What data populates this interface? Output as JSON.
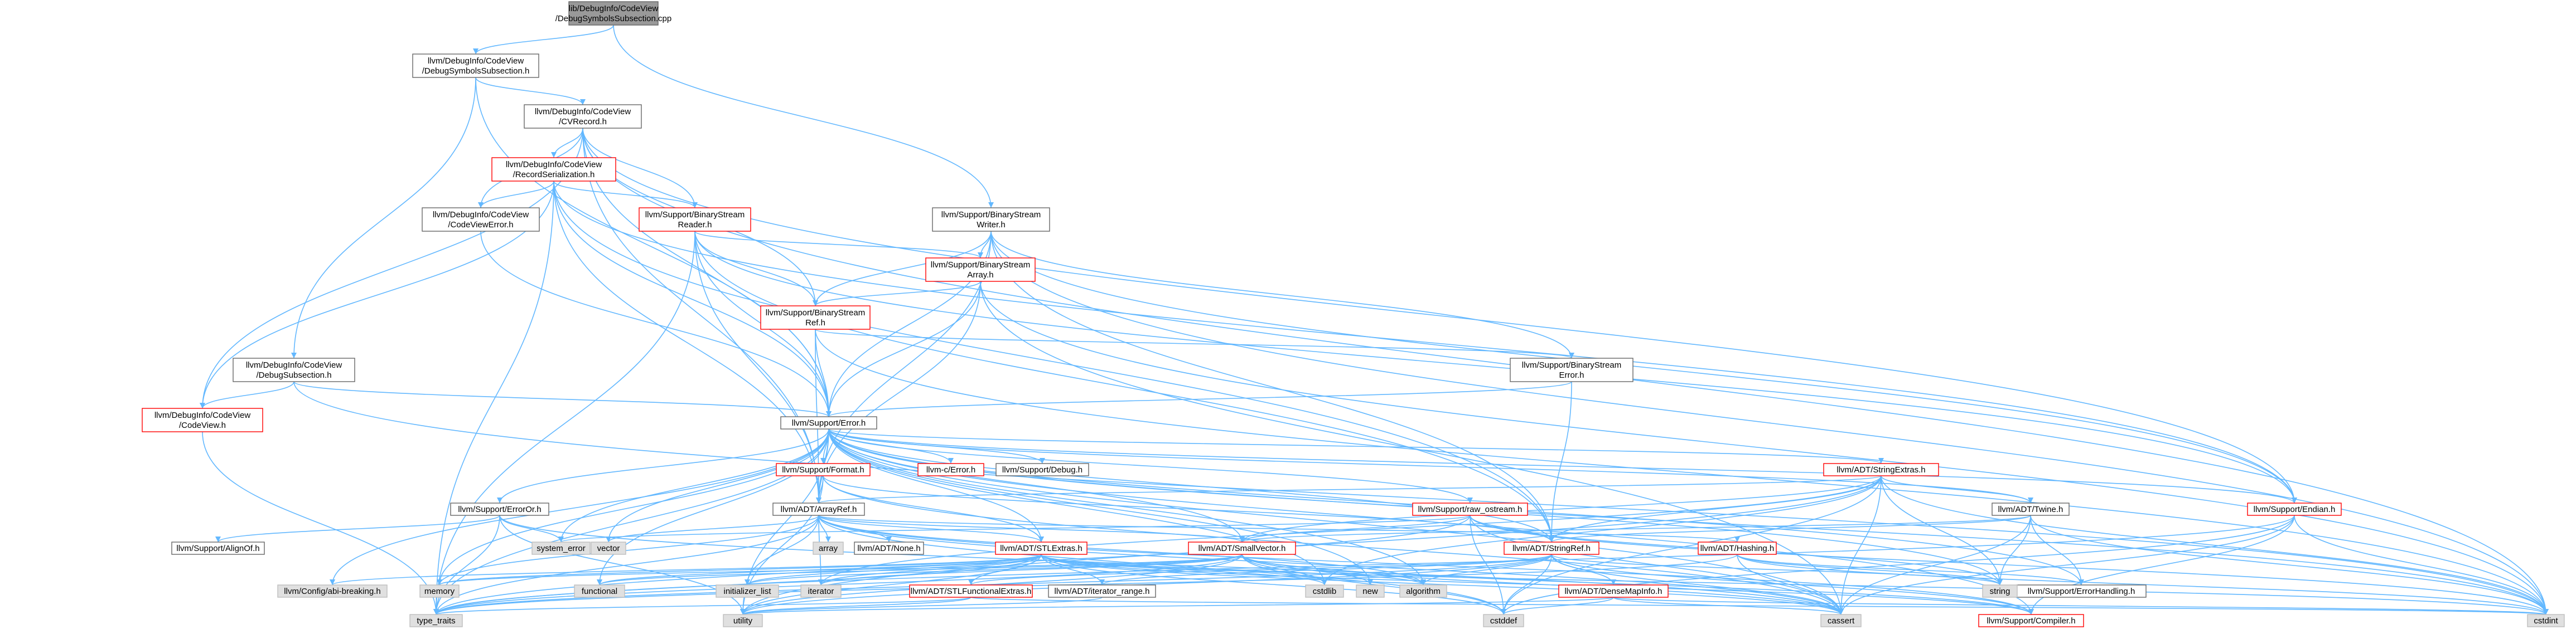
{
  "colors": {
    "edge": "#63b8ff",
    "border_normal": "#666666",
    "border_red": "#ff0000",
    "border_gray": "#bfbfbf",
    "fill_normal": "#ffffff",
    "fill_gray": "#e0e0e0",
    "fill_root": "#999999"
  },
  "nodes": [
    {
      "id": "root",
      "lines": [
        "lib/DebugInfo/CodeView",
        "/DebugSymbolsSubsection.cpp"
      ],
      "kind": "root"
    },
    {
      "id": "dss_h",
      "lines": [
        "llvm/DebugInfo/CodeView",
        "/DebugSymbolsSubsection.h"
      ],
      "kind": "normal"
    },
    {
      "id": "cvrecord",
      "lines": [
        "llvm/DebugInfo/CodeView",
        "/CVRecord.h"
      ],
      "kind": "normal"
    },
    {
      "id": "recser",
      "lines": [
        "llvm/DebugInfo/CodeView",
        "/RecordSerialization.h"
      ],
      "kind": "red"
    },
    {
      "id": "cverror",
      "lines": [
        "llvm/DebugInfo/CodeView",
        "/CodeViewError.h"
      ],
      "kind": "normal"
    },
    {
      "id": "bsreader",
      "lines": [
        "llvm/Support/BinaryStream",
        "Reader.h"
      ],
      "kind": "red"
    },
    {
      "id": "bswriter",
      "lines": [
        "llvm/Support/BinaryStream",
        "Writer.h"
      ],
      "kind": "normal"
    },
    {
      "id": "bsarray",
      "lines": [
        "llvm/Support/BinaryStream",
        "Array.h"
      ],
      "kind": "red"
    },
    {
      "id": "bsref",
      "lines": [
        "llvm/Support/BinaryStream",
        "Ref.h"
      ],
      "kind": "red"
    },
    {
      "id": "dsubsec",
      "lines": [
        "llvm/DebugInfo/CodeView",
        "/DebugSubsection.h"
      ],
      "kind": "normal"
    },
    {
      "id": "codeview",
      "lines": [
        "llvm/DebugInfo/CodeView",
        "/CodeView.h"
      ],
      "kind": "red"
    },
    {
      "id": "bserror",
      "lines": [
        "llvm/Support/BinaryStream",
        "Error.h"
      ],
      "kind": "normal"
    },
    {
      "id": "error",
      "lines": [
        "llvm/Support/Error.h"
      ],
      "kind": "normal"
    },
    {
      "id": "format",
      "lines": [
        "llvm/Support/Format.h"
      ],
      "kind": "red"
    },
    {
      "id": "cerror",
      "lines": [
        "llvm-c/Error.h"
      ],
      "kind": "red"
    },
    {
      "id": "debug",
      "lines": [
        "llvm/Support/Debug.h"
      ],
      "kind": "normal"
    },
    {
      "id": "stringextras",
      "lines": [
        "llvm/ADT/StringExtras.h"
      ],
      "kind": "red"
    },
    {
      "id": "erroror",
      "lines": [
        "llvm/Support/ErrorOr.h"
      ],
      "kind": "normal"
    },
    {
      "id": "arrayref",
      "lines": [
        "llvm/ADT/ArrayRef.h"
      ],
      "kind": "normal"
    },
    {
      "id": "rawostream",
      "lines": [
        "llvm/Support/raw_ostream.h"
      ],
      "kind": "red"
    },
    {
      "id": "twine",
      "lines": [
        "llvm/ADT/Twine.h"
      ],
      "kind": "normal"
    },
    {
      "id": "endian",
      "lines": [
        "llvm/Support/Endian.h"
      ],
      "kind": "red"
    },
    {
      "id": "alignof",
      "lines": [
        "llvm/Support/AlignOf.h"
      ],
      "kind": "normal"
    },
    {
      "id": "system_error",
      "lines": [
        "system_error"
      ],
      "kind": "gray"
    },
    {
      "id": "vector",
      "lines": [
        "vector"
      ],
      "kind": "gray"
    },
    {
      "id": "array",
      "lines": [
        "array"
      ],
      "kind": "gray"
    },
    {
      "id": "adtnone",
      "lines": [
        "llvm/ADT/None.h"
      ],
      "kind": "normal"
    },
    {
      "id": "stlextras",
      "lines": [
        "llvm/ADT/STLExtras.h"
      ],
      "kind": "red"
    },
    {
      "id": "smallvector",
      "lines": [
        "llvm/ADT/SmallVector.h"
      ],
      "kind": "red"
    },
    {
      "id": "stringref",
      "lines": [
        "llvm/ADT/StringRef.h"
      ],
      "kind": "red"
    },
    {
      "id": "hashing",
      "lines": [
        "llvm/ADT/Hashing.h"
      ],
      "kind": "red"
    },
    {
      "id": "errorhandling",
      "lines": [
        "llvm/Support/ErrorHandling.h"
      ],
      "kind": "normal"
    },
    {
      "id": "configabi",
      "lines": [
        "llvm/Config/abi-breaking.h"
      ],
      "kind": "gray"
    },
    {
      "id": "memory",
      "lines": [
        "memory"
      ],
      "kind": "gray"
    },
    {
      "id": "functional",
      "lines": [
        "functional"
      ],
      "kind": "gray"
    },
    {
      "id": "initlist",
      "lines": [
        "initializer_list"
      ],
      "kind": "gray"
    },
    {
      "id": "iterator",
      "lines": [
        "iterator"
      ],
      "kind": "gray"
    },
    {
      "id": "cstdlib",
      "lines": [
        "cstdlib"
      ],
      "kind": "gray"
    },
    {
      "id": "new",
      "lines": [
        "new"
      ],
      "kind": "gray"
    },
    {
      "id": "algorithm",
      "lines": [
        "algorithm"
      ],
      "kind": "gray"
    },
    {
      "id": "string",
      "lines": [
        "string"
      ],
      "kind": "gray"
    },
    {
      "id": "stlfunc",
      "lines": [
        "llvm/ADT/STLFunctionalExtras.h"
      ],
      "kind": "red"
    },
    {
      "id": "iterrange",
      "lines": [
        "llvm/ADT/iterator_range.h"
      ],
      "kind": "normal"
    },
    {
      "id": "densemapinfo",
      "lines": [
        "llvm/ADT/DenseMapInfo.h"
      ],
      "kind": "red"
    },
    {
      "id": "type_traits",
      "lines": [
        "type_traits"
      ],
      "kind": "gray"
    },
    {
      "id": "utility",
      "lines": [
        "utility"
      ],
      "kind": "gray"
    },
    {
      "id": "cstddef",
      "lines": [
        "cstddef"
      ],
      "kind": "gray"
    },
    {
      "id": "cassert",
      "lines": [
        "cassert"
      ],
      "kind": "gray"
    },
    {
      "id": "compiler",
      "lines": [
        "llvm/Support/Compiler.h"
      ],
      "kind": "red"
    },
    {
      "id": "cstdint",
      "lines": [
        "cstdint"
      ],
      "kind": "gray"
    }
  ],
  "edges": [
    [
      "root",
      "dss_h"
    ],
    [
      "root",
      "bswriter"
    ],
    [
      "dss_h",
      "cvrecord"
    ],
    [
      "dss_h",
      "dsubsec"
    ],
    [
      "dss_h",
      "error"
    ],
    [
      "cvrecord",
      "recser"
    ],
    [
      "cvrecord",
      "cverror"
    ],
    [
      "cvrecord",
      "bsreader"
    ],
    [
      "cvrecord",
      "bsref"
    ],
    [
      "cvrecord",
      "codeview"
    ],
    [
      "cvrecord",
      "arrayref"
    ],
    [
      "cvrecord",
      "error"
    ],
    [
      "cvrecord",
      "endian"
    ],
    [
      "cvrecord",
      "cstdint"
    ],
    [
      "recser",
      "cverror"
    ],
    [
      "recser",
      "bsreader"
    ],
    [
      "recser",
      "codeview"
    ],
    [
      "recser",
      "arrayref"
    ],
    [
      "recser",
      "error"
    ],
    [
      "recser",
      "stringref"
    ],
    [
      "recser",
      "endian"
    ],
    [
      "recser",
      "type_traits"
    ],
    [
      "cverror",
      "error"
    ],
    [
      "bsreader",
      "bsarray"
    ],
    [
      "bsreader",
      "bsref"
    ],
    [
      "bsreader",
      "error"
    ],
    [
      "bsreader",
      "arrayref"
    ],
    [
      "bsreader",
      "stringref"
    ],
    [
      "bsreader",
      "endian"
    ],
    [
      "bsreader",
      "type_traits"
    ],
    [
      "bswriter",
      "bsarray"
    ],
    [
      "bswriter",
      "bsref"
    ],
    [
      "bswriter",
      "bserror"
    ],
    [
      "bswriter",
      "error"
    ],
    [
      "bswriter",
      "arrayref"
    ],
    [
      "bswriter",
      "stringref"
    ],
    [
      "bswriter",
      "endian"
    ],
    [
      "bswriter",
      "cstdint"
    ],
    [
      "bsarray",
      "bsref"
    ],
    [
      "bsarray",
      "error"
    ],
    [
      "bsarray",
      "arrayref"
    ],
    [
      "bsarray",
      "cassert"
    ],
    [
      "bsarray",
      "cstdint"
    ],
    [
      "bsref",
      "bserror"
    ],
    [
      "bsref",
      "error"
    ],
    [
      "bsref",
      "arrayref"
    ],
    [
      "bsref",
      "cstdint"
    ],
    [
      "dsubsec",
      "codeview"
    ],
    [
      "dsubsec",
      "error"
    ],
    [
      "dsubsec",
      "cstdint"
    ],
    [
      "codeview",
      "type_traits"
    ],
    [
      "bserror",
      "error"
    ],
    [
      "bserror",
      "stringref"
    ],
    [
      "error",
      "format"
    ],
    [
      "error",
      "cerror"
    ],
    [
      "error",
      "debug"
    ],
    [
      "error",
      "stringextras"
    ],
    [
      "error",
      "erroror"
    ],
    [
      "error",
      "arrayref"
    ],
    [
      "error",
      "rawostream"
    ],
    [
      "error",
      "twine"
    ],
    [
      "error",
      "endian"
    ],
    [
      "error",
      "stlextras"
    ],
    [
      "error",
      "smallvector"
    ],
    [
      "error",
      "stringref"
    ],
    [
      "error",
      "errorhandling"
    ],
    [
      "error",
      "configabi"
    ],
    [
      "error",
      "memory"
    ],
    [
      "error",
      "functional"
    ],
    [
      "error",
      "system_error"
    ],
    [
      "error",
      "vector"
    ],
    [
      "error",
      "new"
    ],
    [
      "error",
      "algorithm"
    ],
    [
      "error",
      "string"
    ],
    [
      "error",
      "cassert"
    ],
    [
      "error",
      "utility"
    ],
    [
      "error",
      "type_traits"
    ],
    [
      "error",
      "cstdint"
    ],
    [
      "error",
      "cstdlib"
    ],
    [
      "error",
      "compiler"
    ],
    [
      "format",
      "arrayref"
    ],
    [
      "format",
      "stlextras"
    ],
    [
      "format",
      "stringref"
    ],
    [
      "format",
      "cassert"
    ],
    [
      "format",
      "cstdio"
    ],
    [
      "format",
      "tuple"
    ],
    [
      "format",
      "utility"
    ],
    [
      "stringextras",
      "arrayref"
    ],
    [
      "stringextras",
      "smallvector"
    ],
    [
      "stringextras",
      "stringref"
    ],
    [
      "stringextras",
      "twine"
    ],
    [
      "stringextras",
      "string"
    ],
    [
      "stringextras",
      "cassert"
    ],
    [
      "stringextras",
      "cstddef"
    ],
    [
      "stringextras",
      "cstdint"
    ],
    [
      "stringextras",
      "iterator"
    ],
    [
      "stringextras",
      "utility"
    ],
    [
      "stringextras",
      "cstdlib"
    ],
    [
      "erroror",
      "alignof"
    ],
    [
      "erroror",
      "system_error"
    ],
    [
      "erroror",
      "cassert"
    ],
    [
      "erroror",
      "type_traits"
    ],
    [
      "erroror",
      "utility"
    ],
    [
      "arrayref",
      "adtnone"
    ],
    [
      "arrayref",
      "stlextras"
    ],
    [
      "arrayref",
      "smallvector"
    ],
    [
      "arrayref",
      "hashing"
    ],
    [
      "arrayref",
      "compiler"
    ],
    [
      "arrayref",
      "algorithm"
    ],
    [
      "arrayref",
      "array"
    ],
    [
      "arrayref",
      "cassert"
    ],
    [
      "arrayref",
      "cstddef"
    ],
    [
      "arrayref",
      "initlist"
    ],
    [
      "arrayref",
      "iterator"
    ],
    [
      "arrayref",
      "memory"
    ],
    [
      "arrayref",
      "type_traits"
    ],
    [
      "arrayref",
      "vector"
    ],
    [
      "rawostream",
      "stringref"
    ],
    [
      "rawostream",
      "cassert"
    ],
    [
      "rawostream",
      "cstddef"
    ],
    [
      "rawostream",
      "cstdint"
    ],
    [
      "rawostream",
      "string"
    ],
    [
      "rawostream",
      "system_error"
    ],
    [
      "rawostream",
      "type_traits"
    ],
    [
      "rawostream",
      "smallvector"
    ],
    [
      "twine",
      "smallvector"
    ],
    [
      "twine",
      "stringref"
    ],
    [
      "twine",
      "errorhandling"
    ],
    [
      "twine",
      "cassert"
    ],
    [
      "twine",
      "cstdint"
    ],
    [
      "twine",
      "string"
    ],
    [
      "endian",
      "compiler"
    ],
    [
      "endian",
      "cassert"
    ],
    [
      "endian",
      "cstddef"
    ],
    [
      "endian",
      "cstdint"
    ],
    [
      "endian",
      "type_traits"
    ],
    [
      "stlextras",
      "stlfunc"
    ],
    [
      "stlextras",
      "iterrange"
    ],
    [
      "stlextras",
      "configabi"
    ],
    [
      "stlextras",
      "compiler"
    ],
    [
      "stlextras",
      "algorithm"
    ],
    [
      "stlextras",
      "cassert"
    ],
    [
      "stlextras",
      "cstddef"
    ],
    [
      "stlextras",
      "cstdint"
    ],
    [
      "stlextras",
      "cstdlib"
    ],
    [
      "stlextras",
      "functional"
    ],
    [
      "stlextras",
      "initlist"
    ],
    [
      "stlextras",
      "iterator"
    ],
    [
      "stlextras",
      "memory"
    ],
    [
      "stlextras",
      "type_traits"
    ],
    [
      "stlextras",
      "utility"
    ],
    [
      "smallvector",
      "compiler"
    ],
    [
      "smallvector",
      "algorithm"
    ],
    [
      "smallvector",
      "cassert"
    ],
    [
      "smallvector",
      "cstddef"
    ],
    [
      "smallvector",
      "cstdlib"
    ],
    [
      "smallvector",
      "cstring"
    ],
    [
      "smallvector",
      "functional"
    ],
    [
      "smallvector",
      "initlist"
    ],
    [
      "smallvector",
      "iterator"
    ],
    [
      "smallvector",
      "memory"
    ],
    [
      "smallvector",
      "new"
    ],
    [
      "smallvector",
      "type_traits"
    ],
    [
      "smallvector",
      "utility"
    ],
    [
      "stringref",
      "densemapinfo"
    ],
    [
      "stringref",
      "stlfunc"
    ],
    [
      "stringref",
      "iterrange"
    ],
    [
      "stringref",
      "compiler"
    ],
    [
      "stringref",
      "algorithm"
    ],
    [
      "stringref",
      "cassert"
    ],
    [
      "stringref",
      "cstddef"
    ],
    [
      "stringref",
      "string"
    ],
    [
      "stringref",
      "type_traits"
    ],
    [
      "stringref",
      "utility"
    ],
    [
      "hashing",
      "errorhandling"
    ],
    [
      "hashing",
      "cassert"
    ],
    [
      "hashing",
      "string"
    ],
    [
      "hashing",
      "type_traits"
    ],
    [
      "hashing",
      "cstdint"
    ],
    [
      "stlfunc",
      "type_traits"
    ],
    [
      "stlfunc",
      "utility"
    ],
    [
      "stlfunc",
      "cstdint"
    ],
    [
      "iterrange",
      "utility"
    ],
    [
      "densemapinfo",
      "cassert"
    ],
    [
      "densemapinfo",
      "cstddef"
    ],
    [
      "densemapinfo",
      "cstdint"
    ],
    [
      "densemapinfo",
      "utility"
    ]
  ]
}
